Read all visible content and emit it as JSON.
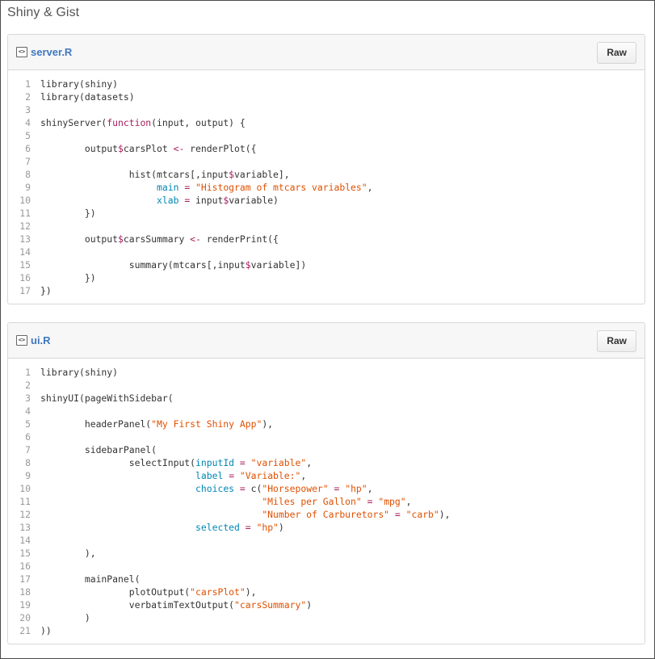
{
  "page": {
    "title": "Shiny & Gist"
  },
  "files": [
    {
      "name": "server.R",
      "raw_label": "Raw",
      "icon": "code-file-icon",
      "lines": [
        [
          [
            "t",
            "library(shiny)"
          ]
        ],
        [
          [
            "t",
            "library(datasets)"
          ]
        ],
        [],
        [
          [
            "t",
            "shinyServer("
          ],
          [
            "k",
            "function"
          ],
          [
            "t",
            "(input, output) {"
          ]
        ],
        [],
        [
          [
            "t",
            "        output"
          ],
          [
            "o",
            "$"
          ],
          [
            "t",
            "carsPlot "
          ],
          [
            "o",
            "<-"
          ],
          [
            "t",
            " renderPlot({"
          ]
        ],
        [],
        [
          [
            "t",
            "                hist(mtcars[,input"
          ],
          [
            "o",
            "$"
          ],
          [
            "t",
            "variable],"
          ]
        ],
        [
          [
            "t",
            "                     "
          ],
          [
            "a",
            "main"
          ],
          [
            "t",
            " "
          ],
          [
            "o",
            "="
          ],
          [
            "t",
            " "
          ],
          [
            "s",
            "\"Histogram of mtcars variables\""
          ],
          [
            "t",
            ","
          ]
        ],
        [
          [
            "t",
            "                     "
          ],
          [
            "a",
            "xlab"
          ],
          [
            "t",
            " "
          ],
          [
            "o",
            "="
          ],
          [
            "t",
            " input"
          ],
          [
            "o",
            "$"
          ],
          [
            "t",
            "variable)"
          ]
        ],
        [
          [
            "t",
            "        })"
          ]
        ],
        [],
        [
          [
            "t",
            "        output"
          ],
          [
            "o",
            "$"
          ],
          [
            "t",
            "carsSummary "
          ],
          [
            "o",
            "<-"
          ],
          [
            "t",
            " renderPrint({"
          ]
        ],
        [],
        [
          [
            "t",
            "                summary(mtcars[,input"
          ],
          [
            "o",
            "$"
          ],
          [
            "t",
            "variable])"
          ]
        ],
        [
          [
            "t",
            "        })"
          ]
        ],
        [
          [
            "t",
            "})"
          ]
        ]
      ]
    },
    {
      "name": "ui.R",
      "raw_label": "Raw",
      "icon": "code-file-icon",
      "lines": [
        [
          [
            "t",
            "library(shiny)"
          ]
        ],
        [],
        [
          [
            "t",
            "shinyUI(pageWithSidebar("
          ]
        ],
        [],
        [
          [
            "t",
            "        headerPanel("
          ],
          [
            "s",
            "\"My First Shiny App\""
          ],
          [
            "t",
            "),"
          ]
        ],
        [],
        [
          [
            "t",
            "        sidebarPanel("
          ]
        ],
        [
          [
            "t",
            "                selectInput("
          ],
          [
            "a",
            "inputId"
          ],
          [
            "t",
            " "
          ],
          [
            "o",
            "="
          ],
          [
            "t",
            " "
          ],
          [
            "s",
            "\"variable\""
          ],
          [
            "t",
            ","
          ]
        ],
        [
          [
            "t",
            "                            "
          ],
          [
            "a",
            "label"
          ],
          [
            "t",
            " "
          ],
          [
            "o",
            "="
          ],
          [
            "t",
            " "
          ],
          [
            "s",
            "\"Variable:\""
          ],
          [
            "t",
            ","
          ]
        ],
        [
          [
            "t",
            "                            "
          ],
          [
            "a",
            "choices"
          ],
          [
            "t",
            " "
          ],
          [
            "o",
            "="
          ],
          [
            "t",
            " c("
          ],
          [
            "s",
            "\"Horsepower\""
          ],
          [
            "t",
            " "
          ],
          [
            "o",
            "="
          ],
          [
            "t",
            " "
          ],
          [
            "s",
            "\"hp\""
          ],
          [
            "t",
            ","
          ]
        ],
        [
          [
            "t",
            "                                        "
          ],
          [
            "s",
            "\"Miles per Gallon\""
          ],
          [
            "t",
            " "
          ],
          [
            "o",
            "="
          ],
          [
            "t",
            " "
          ],
          [
            "s",
            "\"mpg\""
          ],
          [
            "t",
            ","
          ]
        ],
        [
          [
            "t",
            "                                        "
          ],
          [
            "s",
            "\"Number of Carburetors\""
          ],
          [
            "t",
            " "
          ],
          [
            "o",
            "="
          ],
          [
            "t",
            " "
          ],
          [
            "s",
            "\"carb\""
          ],
          [
            "t",
            "),"
          ]
        ],
        [
          [
            "t",
            "                            "
          ],
          [
            "a",
            "selected"
          ],
          [
            "t",
            " "
          ],
          [
            "o",
            "="
          ],
          [
            "t",
            " "
          ],
          [
            "s",
            "\"hp\""
          ],
          [
            "t",
            ")"
          ]
        ],
        [],
        [
          [
            "t",
            "        ),"
          ]
        ],
        [],
        [
          [
            "t",
            "        mainPanel("
          ]
        ],
        [
          [
            "t",
            "                plotOutput("
          ],
          [
            "s",
            "\"carsPlot\""
          ],
          [
            "t",
            "),"
          ]
        ],
        [
          [
            "t",
            "                verbatimTextOutput("
          ],
          [
            "s",
            "\"carsSummary\""
          ],
          [
            "t",
            ")"
          ]
        ],
        [
          [
            "t",
            "        )"
          ]
        ],
        [
          [
            "t",
            "))"
          ]
        ]
      ]
    }
  ]
}
